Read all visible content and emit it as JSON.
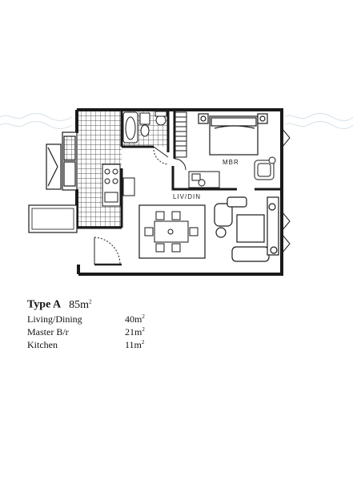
{
  "plan": {
    "labels": {
      "mbr": "MBR",
      "living": "LIV/DIN"
    },
    "wall_color": "#1a1a1a",
    "tile_color": "#555555",
    "band_color": "#9fb8c9"
  },
  "unit": {
    "type": "Type A",
    "area": "85m",
    "area_unit_sup": "2"
  },
  "rooms": [
    {
      "name": "Living/Dining",
      "area": "40m",
      "sup": "2"
    },
    {
      "name": "Master B/r",
      "area": "21m",
      "sup": "2"
    },
    {
      "name": "Kitchen",
      "area": "11m",
      "sup": "2"
    }
  ]
}
